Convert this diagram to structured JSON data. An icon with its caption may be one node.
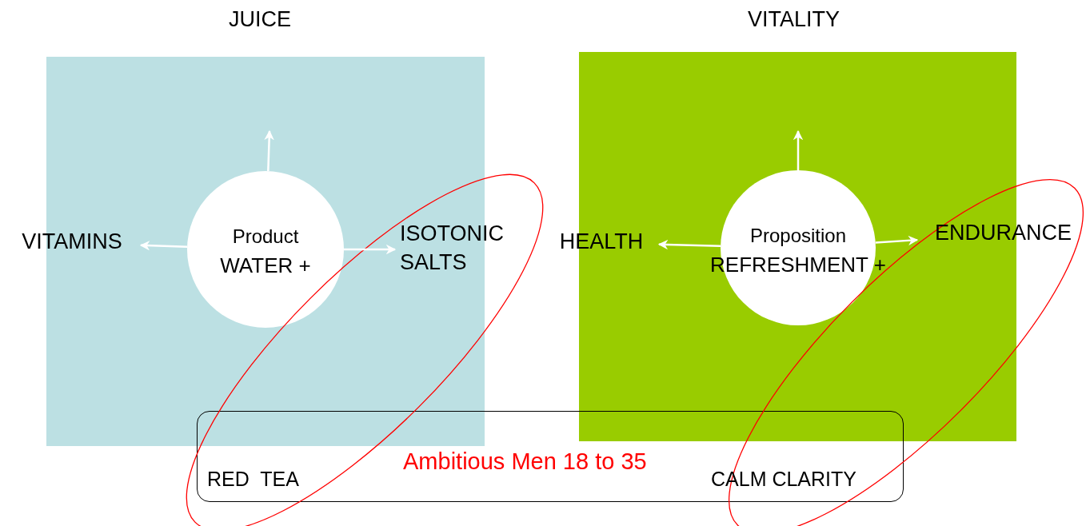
{
  "diagram": {
    "nodes": [
      {
        "text": [
          "JUICE"
        ]
      },
      {
        "text": [],
        "shape": "box"
      },
      {
        "text": [
          "Product",
          "WATER +"
        ],
        "in": 1
      },
      {
        "text": [
          "VITAMINS"
        ]
      },
      {
        "text": [
          "ISOTONIC SALTS"
        ]
      },
      {
        "text": [
          "VITALITY"
        ]
      },
      {
        "text": [],
        "shape": "box"
      },
      {
        "text": [
          "Proposition",
          "REFRESHMENT +"
        ],
        "in": 6
      },
      {
        "text": [
          "HEALTH"
        ]
      },
      {
        "text": [
          "ENDURANCE"
        ]
      },
      {
        "text": [
          "Ambitious Men 18 to 35",
          "RED  TEA",
          "CALM CLARITY"
        ]
      }
    ],
    "edges": [
      {
        "from": 2,
        "to": null,
        "arrow": "to"
      },
      {
        "from": 2,
        "to": 3,
        "arrow": "to"
      },
      {
        "from": 2,
        "to": 4,
        "arrow": "to"
      },
      {
        "from": 7,
        "to": null,
        "arrow": "to"
      },
      {
        "from": 7,
        "to": 8,
        "arrow": "to"
      },
      {
        "from": 7,
        "to": 9,
        "arrow": "to"
      }
    ]
  }
}
